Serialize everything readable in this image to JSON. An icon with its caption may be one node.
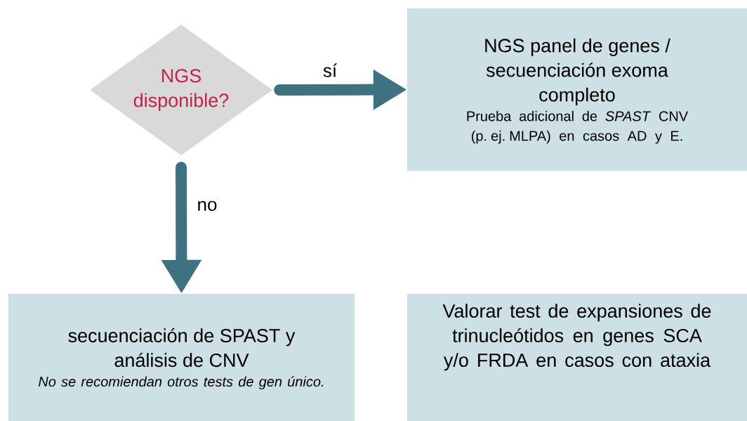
{
  "diagram": {
    "nodes": [
      {
        "text": [
          "NGS disponible?"
        ]
      },
      {
        "text": [
          "NGS panel de genes / secuenciación exoma completo",
          "Prueba adicional de *SPAST* CNV (p. ej. MLPA) en casos AD y E."
        ]
      },
      {
        "text": [
          "secuenciación de SPAST y análisis de CNV",
          "No se recomiendan otros tests de gen único."
        ]
      },
      {
        "text": [
          "Valorar test de expansiones de trinucleótidos en genes SCA y/o FRDA en casos con ataxia"
        ]
      }
    ],
    "edges": [
      {
        "from": 0,
        "to": 1,
        "arrow": "to",
        "label": "sí"
      },
      {
        "from": 0,
        "to": 2,
        "arrow": "to",
        "label": "no"
      }
    ]
  }
}
